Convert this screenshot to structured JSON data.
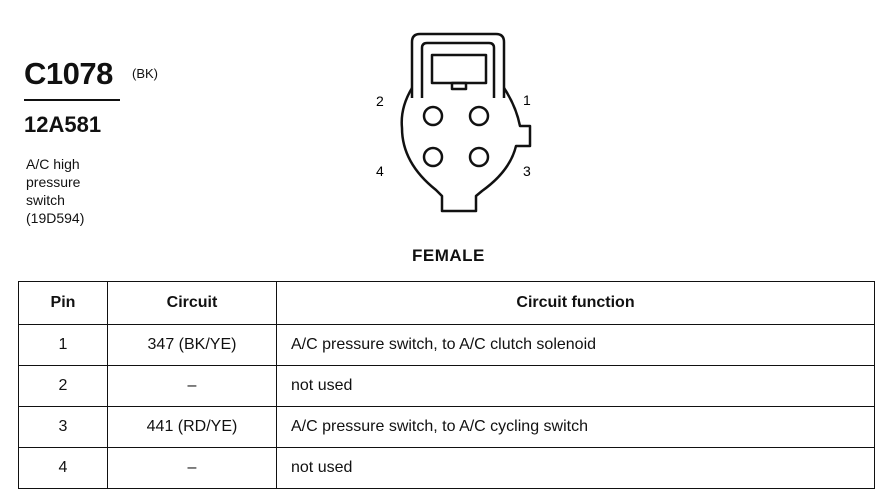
{
  "connector": {
    "id": "C1078",
    "color_code": "(BK)",
    "part_number": "12A581",
    "description_lines": [
      "A/C high",
      "pressure",
      "switch",
      "(19D594)"
    ],
    "gender": "FEMALE",
    "pin_labels": [
      "1",
      "2",
      "3",
      "4"
    ]
  },
  "table": {
    "headers": [
      "Pin",
      "Circuit",
      "Circuit function"
    ],
    "rows": [
      {
        "pin": "1",
        "circuit": "347 (BK/YE)",
        "function": "A/C pressure switch, to A/C clutch solenoid"
      },
      {
        "pin": "2",
        "circuit": "–",
        "function": "not used"
      },
      {
        "pin": "3",
        "circuit": "441 (RD/YE)",
        "function": "A/C pressure switch, to A/C cycling switch"
      },
      {
        "pin": "4",
        "circuit": "–",
        "function": "not used"
      }
    ]
  }
}
